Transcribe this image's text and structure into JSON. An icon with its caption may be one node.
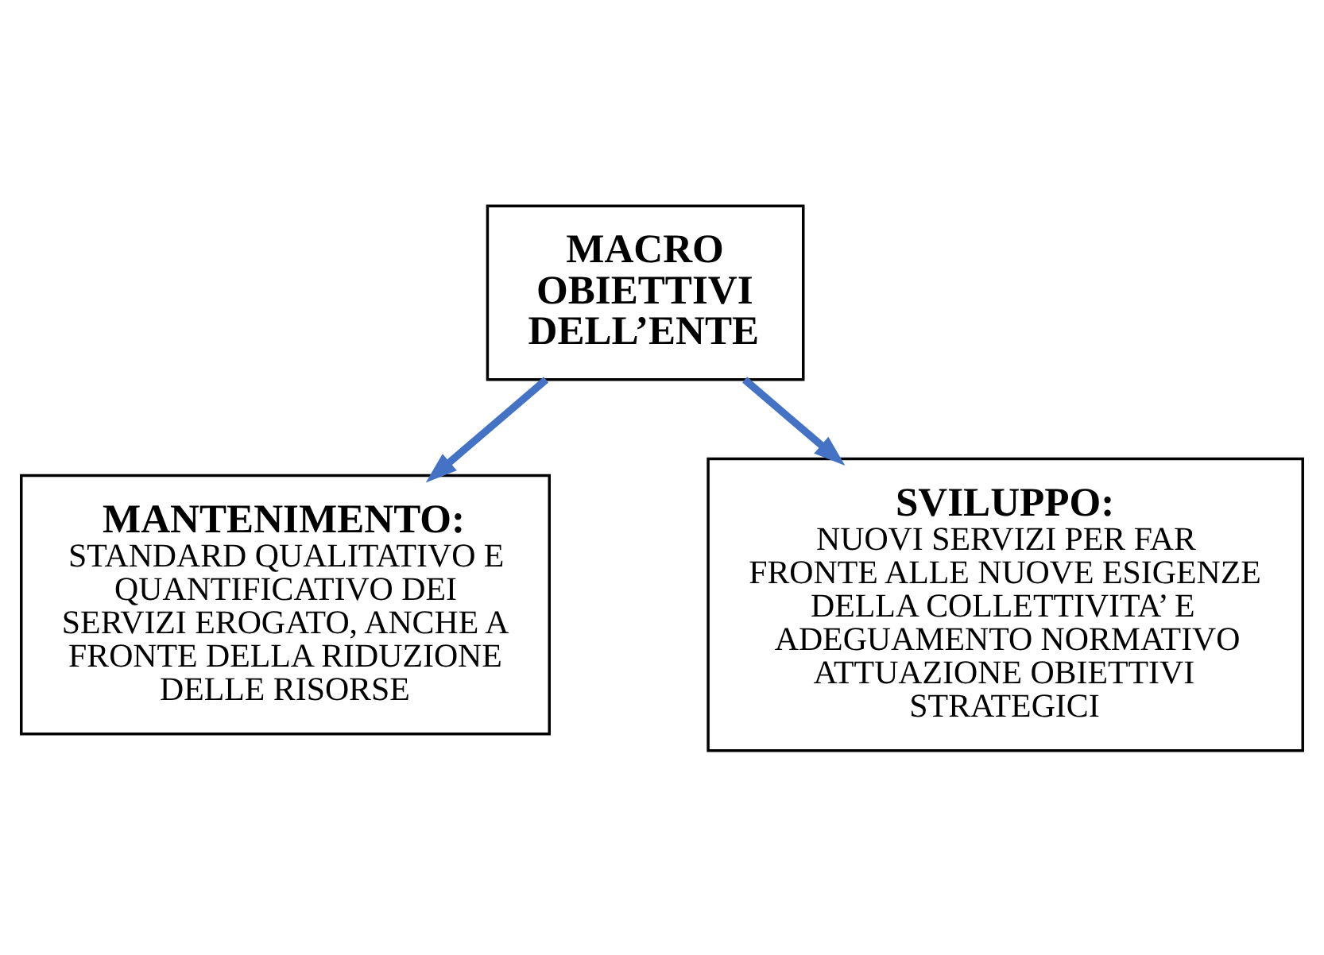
{
  "diagram": {
    "nodes": [
      {
        "text": [
          "MACRO OBIETTIVI DELL’ENTE"
        ]
      },
      {
        "text": [
          "MANTENIMENTO:",
          "STANDARD QUALITATIVO E QUANTIFICATIVO DEI SERVIZI EROGATO, ANCHE A FRONTE DELLA RIDUZIONE DELLE RISORSE"
        ]
      },
      {
        "text": [
          "SVILUPPO:",
          "NUOVI SERVIZI PER FAR FRONTE ALLE NUOVE ESIGENZE DELLA COLLETTIVITA’ E ADEGUAMENTO NORMATIVO ATTUAZIONE OBIETTIVI STRATEGICI"
        ]
      }
    ],
    "edges": [
      {
        "from": 0,
        "to": 1,
        "arrow": "to"
      },
      {
        "from": 0,
        "to": 2,
        "arrow": "to"
      }
    ]
  }
}
